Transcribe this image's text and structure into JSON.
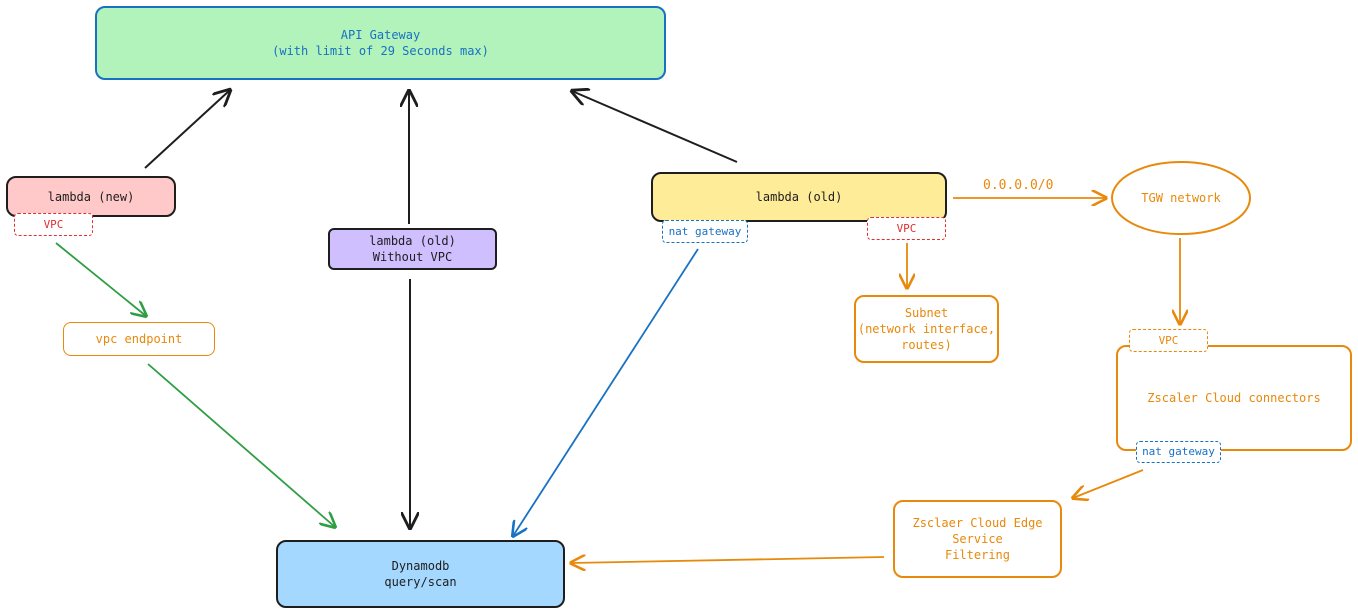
{
  "colors": {
    "black": "#1e1e1e",
    "orange": "#e8890c",
    "green": "#2f9e44",
    "blue": "#1971c2",
    "red": "#e03131",
    "api_fill": "#b2f2bb",
    "api_text": "#1971c2",
    "lambda_new_fill": "#ffc9c9",
    "lambda_old_novpc_fill": "#d0bfff",
    "lambda_old_fill": "#ffec99",
    "dynamo_fill": "#a5d8ff"
  },
  "nodes": {
    "api_gateway": {
      "line1": "API Gateway",
      "line2": "(with limit of 29 Seconds max)"
    },
    "lambda_new": {
      "label": "lambda (new)",
      "vpc_tag": "VPC"
    },
    "vpc_endpoint": {
      "label": "vpc endpoint"
    },
    "lambda_old_novpc": {
      "line1": "lambda (old)",
      "line2": "Without VPC"
    },
    "lambda_old": {
      "label": "lambda (old)",
      "nat_tag": "nat gateway",
      "vpc_tag": "VPC"
    },
    "subnet": {
      "line1": "Subnet",
      "line2": "(network interface,",
      "line3": "routes)"
    },
    "tgw_network": {
      "label": "TGW network"
    },
    "zscaler_connectors": {
      "label": "Zscaler Cloud connectors",
      "vpc_tag": "VPC",
      "nat_tag": "nat gateway"
    },
    "zscaler_edge": {
      "line1": "Zsclaer Cloud Edge",
      "line2": "Service",
      "line3": "Filtering"
    },
    "dynamodb": {
      "line1": "Dynamodb",
      "line2": "query/scan"
    }
  },
  "edges": {
    "route_label": "0.0.0.0/0"
  }
}
